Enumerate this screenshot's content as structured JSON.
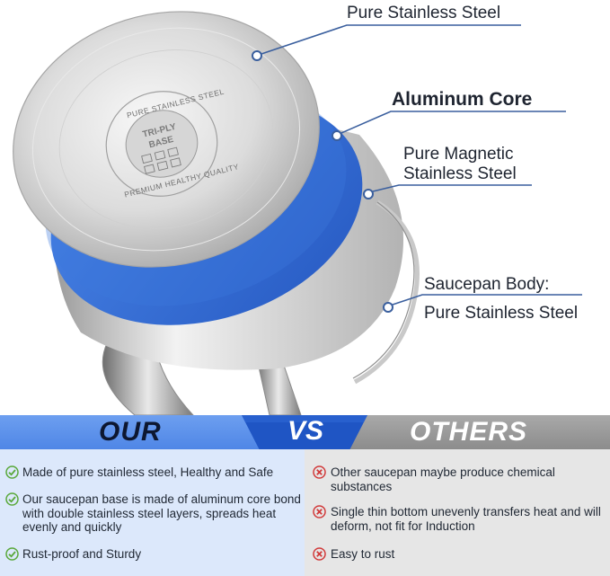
{
  "labels": {
    "pure_stainless_top": "Pure Stainless Steel",
    "aluminum_core": "Aluminum Core",
    "magnetic_line1": "Pure Magnetic",
    "magnetic_line2": "Stainless Steel",
    "body_line1": "Saucepan Body:",
    "body_line2": "Pure Stainless Steel"
  },
  "base_emboss": {
    "ring_top": "PURE STAINLESS STEEL",
    "ring_bottom": "PREMIUM HEALTHY QUALITY",
    "center_line1": "TRI-PLY",
    "center_line2": "BASE"
  },
  "comparison": {
    "ours_title": "OUR",
    "vs": "VS",
    "others_title": "OTHERS",
    "ours_items": [
      "Made of pure stainless steel, Healthy and Safe",
      "Our saucepan base is made of aluminum core bond with double stainless steel layers, spreads heat evenly and quickly",
      "Rust-proof and Sturdy"
    ],
    "others_items": [
      "Other saucepan maybe produce chemical substances",
      "Single thin bottom unevenly transfers heat and will deform, not fit for Induction",
      "Easy to rust"
    ]
  },
  "colors": {
    "ours_header": "#5b8fea",
    "ours_panel": "#dce8fb",
    "others_header": "#999999",
    "others_panel": "#e6e6e6",
    "vs_badge": "#1f55c4",
    "aluminum_layer": "#3a72d8",
    "check_icon": "#59a83a",
    "cross_icon": "#d13a3a",
    "leader_line": "#3a5f9e"
  }
}
